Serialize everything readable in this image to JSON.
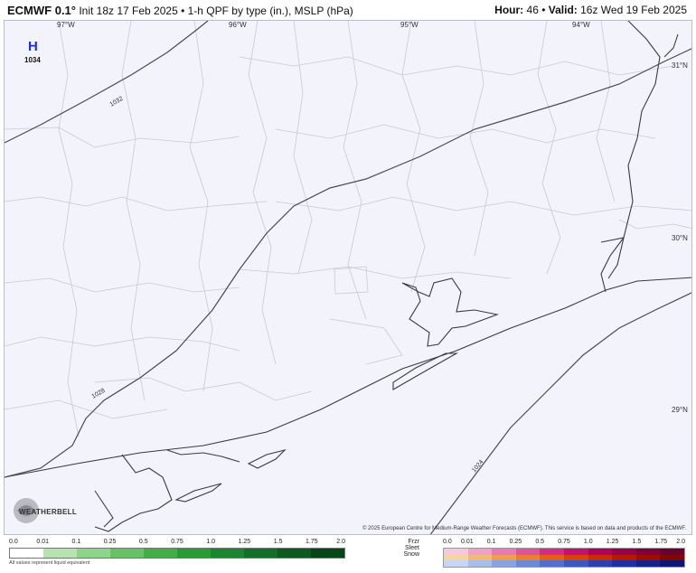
{
  "header": {
    "model": "ECMWF 0.1°",
    "description": "Init 18z 17 Feb 2025 • 1-h QPF by type (in.), MSLP (hPa)",
    "hour_label": "Hour:",
    "hour_value": "46",
    "valid_label": "Valid:",
    "valid_value": "16z Wed 19 Feb 2025"
  },
  "map": {
    "longitudes": [
      "97°W",
      "96°W",
      "95°W",
      "94°W"
    ],
    "latitudes": [
      "31°N",
      "30°N",
      "29°N"
    ],
    "high": {
      "letter": "H",
      "value": "1034"
    },
    "isobars": [
      "1032",
      "1028",
      "1024"
    ],
    "colors": {
      "background": "#f2f3fb",
      "county_lines": "#c6c9d8",
      "isobar": "#4a4a55",
      "high_marker": "#1d2fd6"
    }
  },
  "logo": {
    "text": "WEATHERBELL",
    "icon": "swirl-logo-icon"
  },
  "copyright": "© 2025 European Centre for Medium-Range Weather Forecasts (ECMWF). This service is based on data and products of the ECMWF.",
  "legend": {
    "rain_ticks": [
      "0.0",
      "0.01",
      "0.1",
      "0.25",
      "0.5",
      "0.75",
      "1.0",
      "1.25",
      "1.5",
      "1.75",
      "2.0"
    ],
    "rain_colors": [
      "#ffffff",
      "#b7e3b0",
      "#8ed48a",
      "#66c264",
      "#42ae45",
      "#2a9a35",
      "#1b8530",
      "#136f28",
      "#0c5a20",
      "#064617"
    ],
    "note": "All values represent liquid equivalent",
    "ptype_labels": [
      "Frzr",
      "Sleet",
      "Snow"
    ],
    "ptype_ticks": [
      "0.0",
      "0.01",
      "0.1",
      "0.25",
      "0.5",
      "0.75",
      "1.0",
      "1.25",
      "1.5",
      "1.75",
      "2.0"
    ],
    "frzr_colors": [
      "#f7c6df",
      "#f1a0c8",
      "#ea78b2",
      "#e1509b",
      "#d52b84",
      "#c5106d",
      "#b0005a",
      "#98004a",
      "#80003c",
      "#680030"
    ],
    "sleet_colors": [
      "#f4d3a6",
      "#f1b87a",
      "#ee9d54",
      "#ea7f33",
      "#e35f1a",
      "#d8420c",
      "#c92b05",
      "#b51a02",
      "#9b0e00",
      "#800800"
    ],
    "snow_colors": [
      "#c9d6f3",
      "#a9bdea",
      "#8aa3e0",
      "#6c89d6",
      "#5170cb",
      "#3b58bf",
      "#2a42b0",
      "#1e309f",
      "#15228a",
      "#0d1675"
    ]
  }
}
